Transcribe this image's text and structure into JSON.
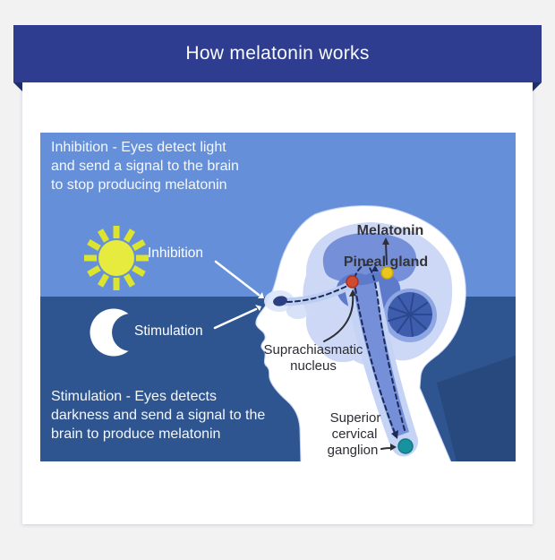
{
  "header": {
    "title": "How melatonin works"
  },
  "colors": {
    "header_blue": "#2e3d90",
    "fold_navy": "#1e2d6b",
    "day_blue": "#6590d9",
    "night_blue": "#2e5590",
    "night_shadow": "#27497e",
    "sun_yellow": "#e7eb3e",
    "sun_ray": "#dce42f",
    "moon_white": "#ffffff",
    "pineal_yellow": "#eac71f",
    "scn_red": "#cf4a30",
    "scg_teal": "#17929f"
  },
  "diagram": {
    "day_caption": {
      "line1": "Inhibition - Eyes detect light",
      "line2": "and send a signal to the brain",
      "line3": "to stop producing melatonin"
    },
    "night_caption": {
      "line1": "Stimulation - Eyes detects",
      "line2": "darkness and send a signal to the",
      "line3": "brain to produce melatonin"
    },
    "sun_label": "Inhibition",
    "moon_label": "Stimulation",
    "labels": {
      "melatonin": "Melatonin",
      "pineal_gland": "Pineal gland",
      "scn_line1": "Suprachiasmatic",
      "scn_line2": "nucleus",
      "scg_line1": "Superior",
      "scg_line2": "cervical",
      "scg_line3": "ganglion"
    }
  }
}
